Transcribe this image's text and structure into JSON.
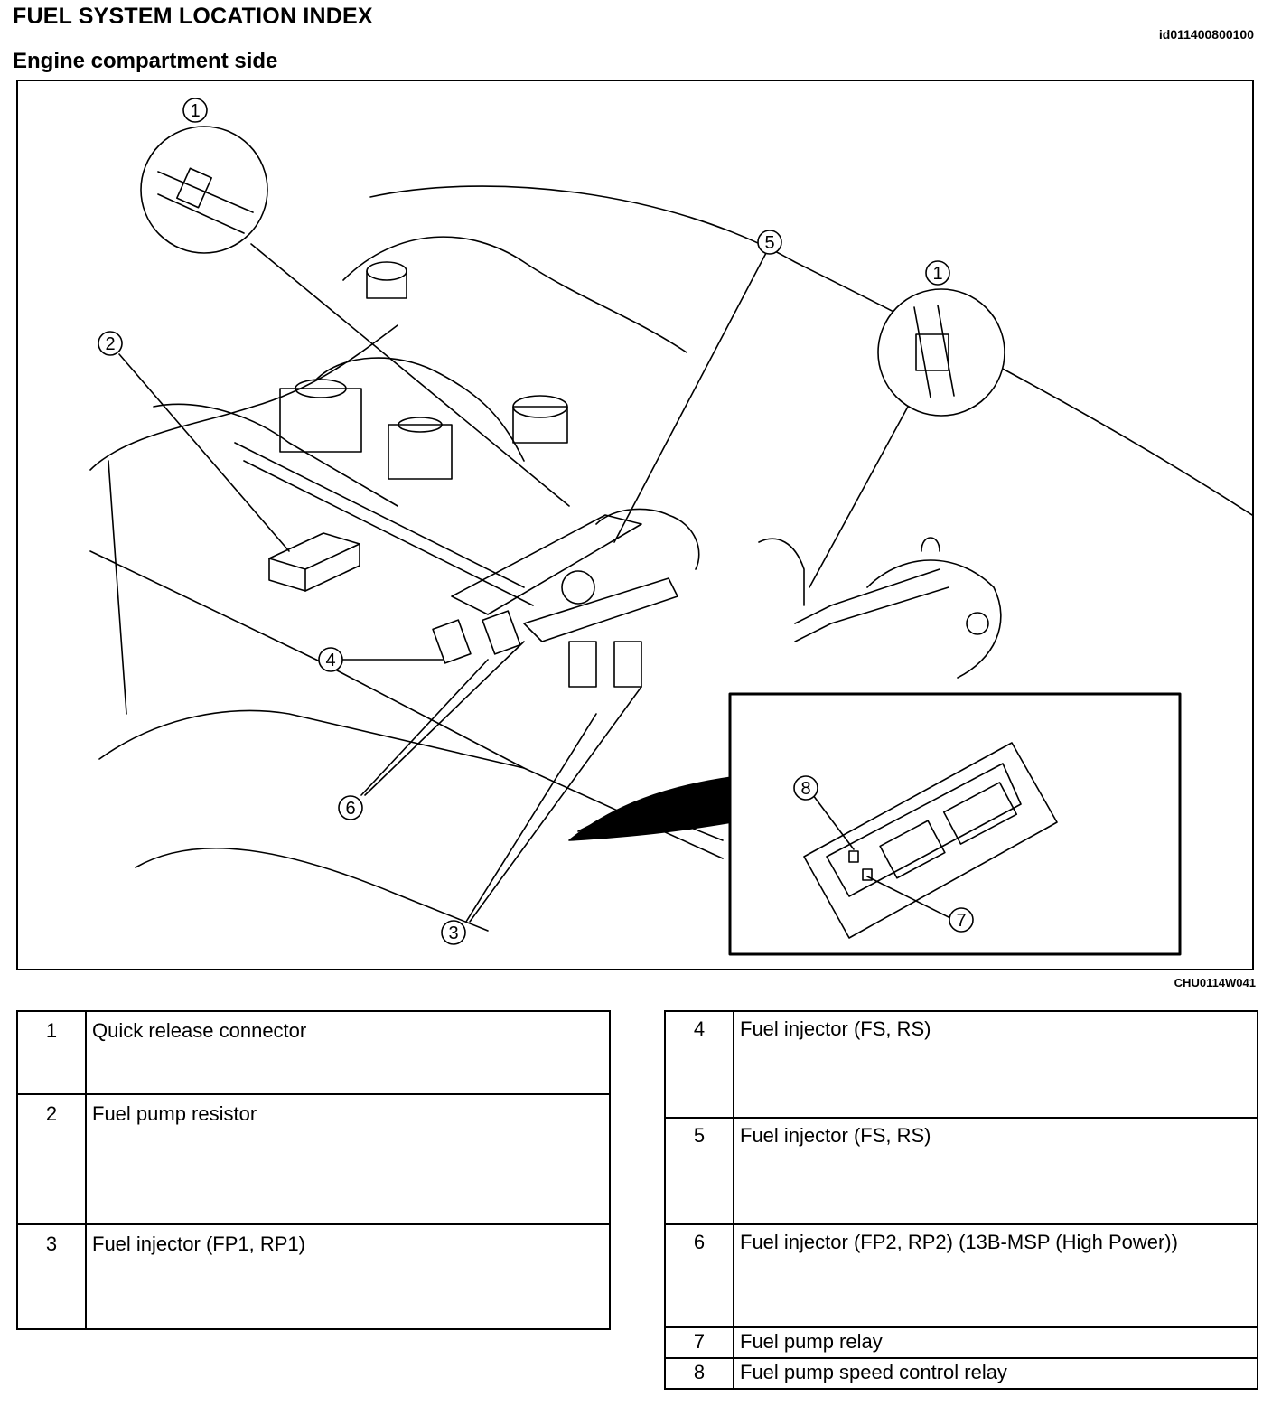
{
  "header": {
    "title": "FUEL SYSTEM LOCATION INDEX",
    "doc_id": "id011400800100",
    "subtitle": "Engine compartment side"
  },
  "figure": {
    "code": "CHU0114W041",
    "callouts": [
      "1",
      "1",
      "2",
      "3",
      "4",
      "5",
      "6",
      "7",
      "8"
    ]
  },
  "legend": {
    "left": [
      {
        "num": "1",
        "label": "Quick release connector"
      },
      {
        "num": "2",
        "label": "Fuel pump resistor"
      },
      {
        "num": "3",
        "label": "Fuel injector (FP1, RP1)"
      }
    ],
    "right": [
      {
        "num": "4",
        "label": "Fuel injector (FS, RS)"
      },
      {
        "num": "5",
        "label": "Fuel injector (FS, RS)"
      },
      {
        "num": "6",
        "label": "Fuel injector (FP2, RP2) (13B-MSP (High Power))"
      },
      {
        "num": "7",
        "label": "Fuel pump relay"
      },
      {
        "num": "8",
        "label": "Fuel pump speed control relay"
      }
    ]
  }
}
